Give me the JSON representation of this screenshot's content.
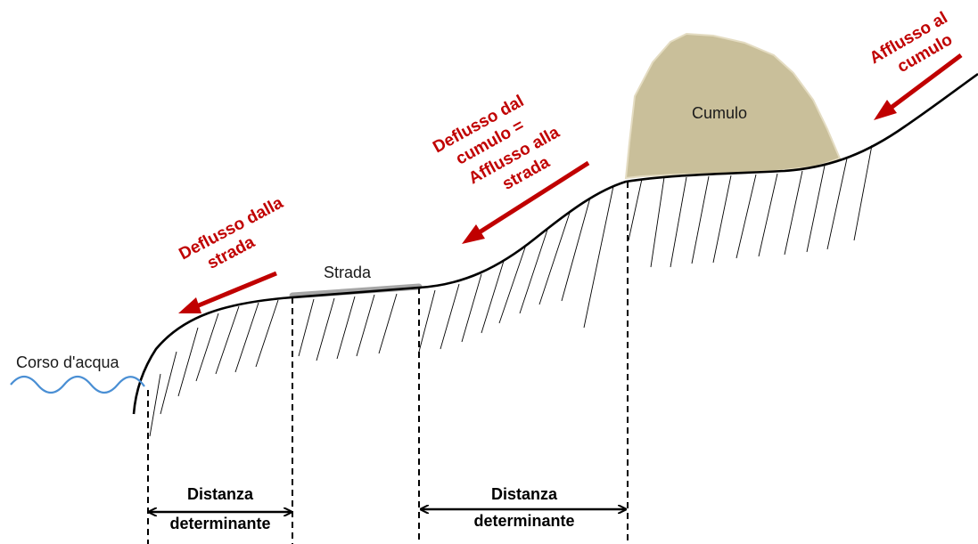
{
  "labels": {
    "watercourse": "Corso d'acqua",
    "road": "Strada",
    "pile": "Cumulo",
    "runoff_road": [
      "Deflusso dalla",
      "strada"
    ],
    "runoff_pile": [
      "Deflusso dal",
      "cumulo =",
      "Afflusso alla",
      "strada"
    ],
    "inflow_pile": [
      "Afflusso al",
      "cumulo"
    ],
    "distance_left": [
      "Distanza",
      "determinante"
    ],
    "distance_right": [
      "Distanza",
      "determinante"
    ]
  },
  "colors": {
    "arrow_red": "#c00000",
    "water_blue": "#4a8fd4",
    "pile_fill": "#c9bf9a",
    "road_gray": "#a6a6a6",
    "ground_line": "#000000"
  }
}
